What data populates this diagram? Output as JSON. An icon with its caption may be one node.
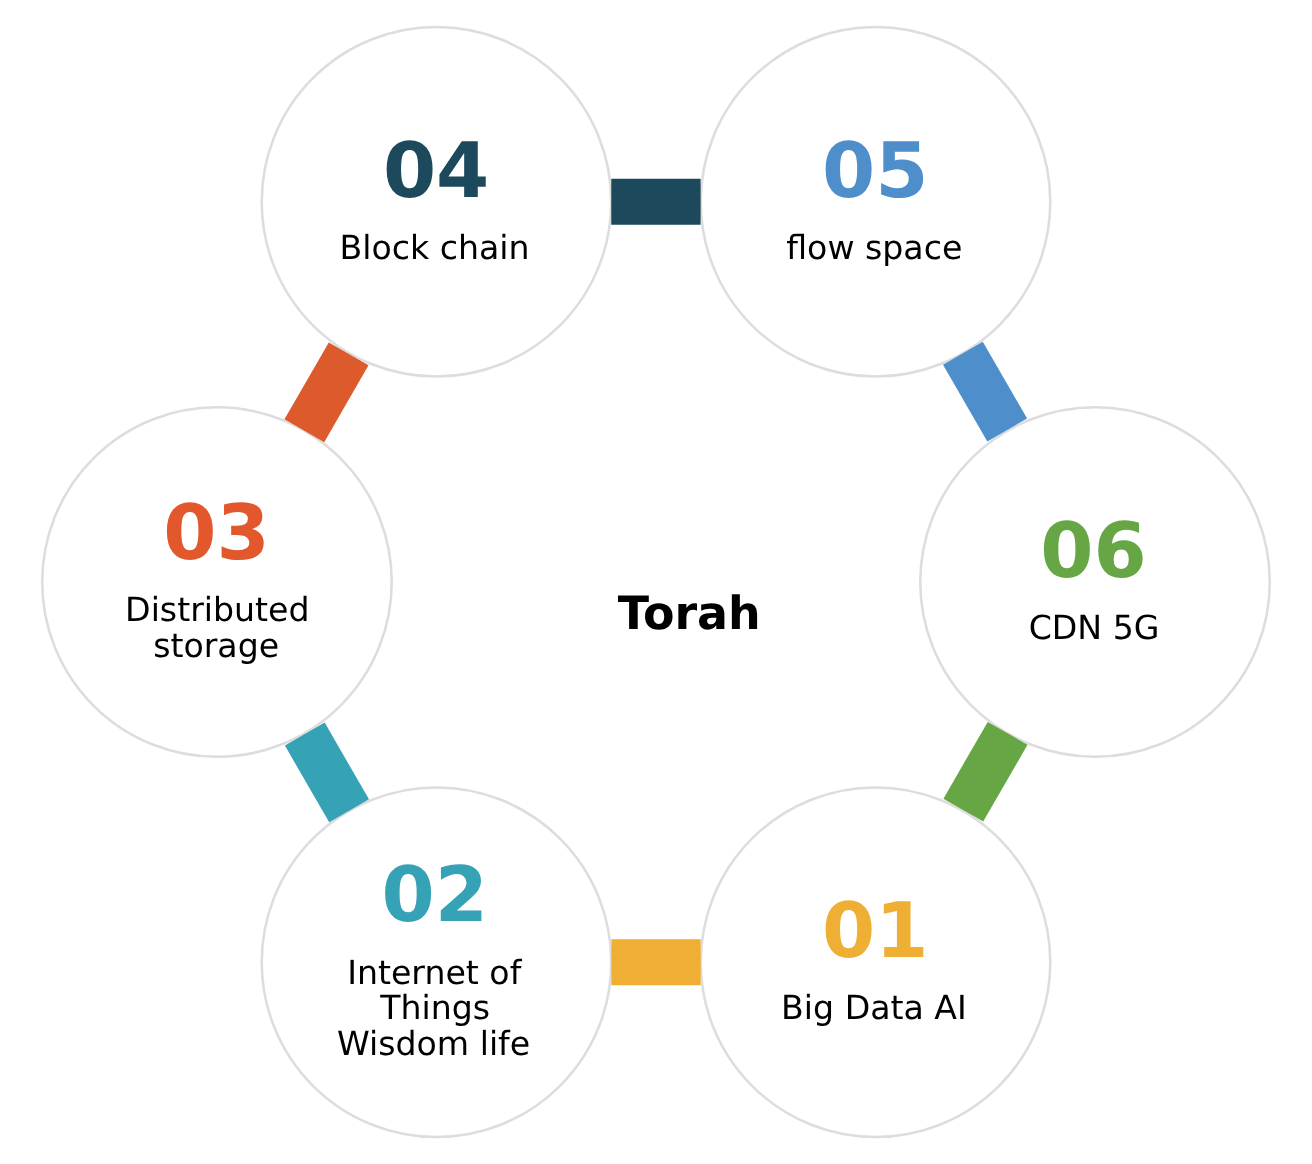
{
  "diagram": {
    "nodes": [
      {
        "text": [
          "01",
          "Big Data AI"
        ]
      },
      {
        "text": [
          "02",
          "Internet of Things Wisdom life"
        ]
      },
      {
        "text": [
          "03",
          "Distributed storage"
        ]
      },
      {
        "text": [
          "04",
          "Block chain"
        ]
      },
      {
        "text": [
          "05",
          "flow space"
        ]
      },
      {
        "text": [
          "06",
          "CDN 5G"
        ]
      }
    ],
    "edges": [
      {
        "from": 0,
        "to": 1,
        "arrow": "none",
        "color": "#efaf35"
      },
      {
        "from": 1,
        "to": 2,
        "arrow": "none",
        "color": "#35a2b5"
      },
      {
        "from": 2,
        "to": 3,
        "arrow": "none",
        "color": "#dc5a2c"
      },
      {
        "from": 3,
        "to": 4,
        "arrow": "none",
        "color": "#1c4a5c"
      },
      {
        "from": 4,
        "to": 5,
        "arrow": "none",
        "color": "#4e8fcb"
      },
      {
        "from": 5,
        "to": 0,
        "arrow": "none",
        "color": "#66a644"
      }
    ],
    "labels": [
      "Torah"
    ]
  }
}
